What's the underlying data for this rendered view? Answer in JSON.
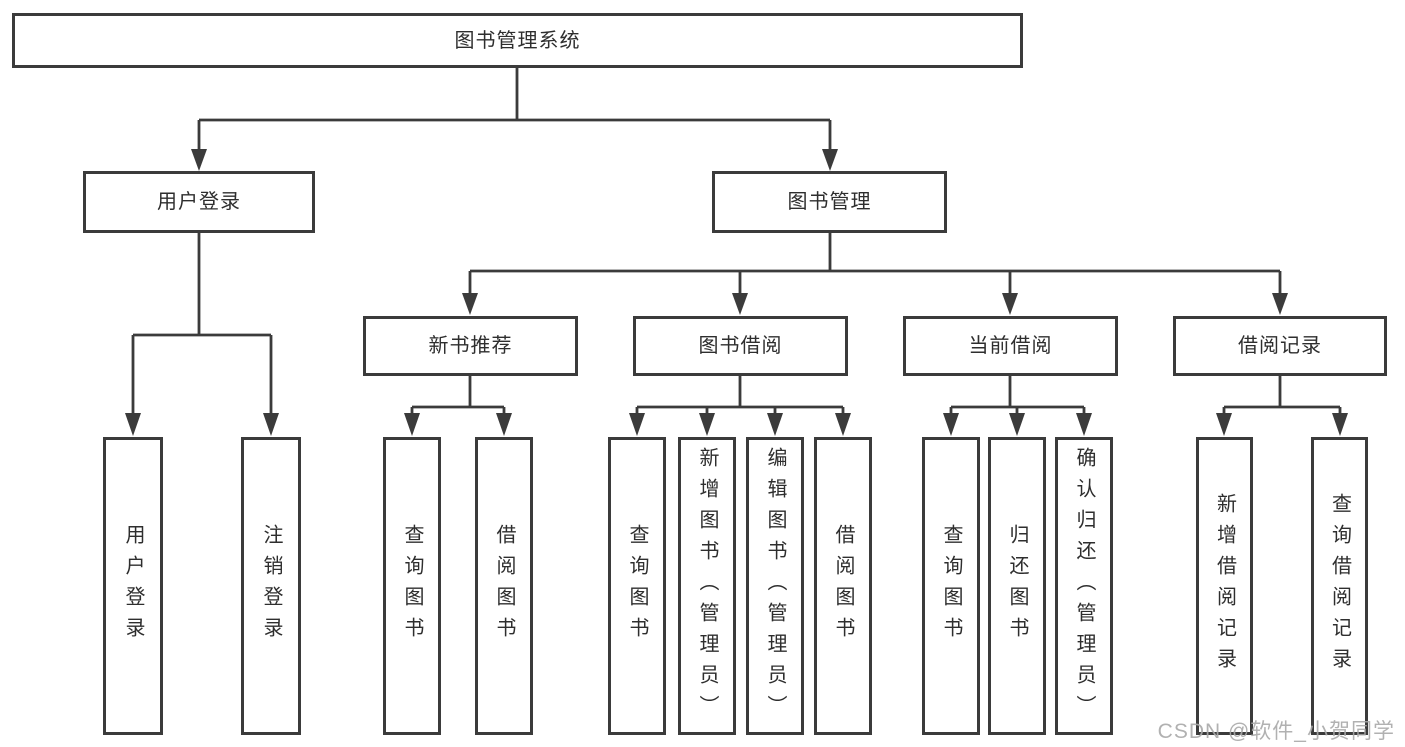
{
  "diagram": {
    "type": "hierarchy-tree",
    "root": {
      "label": "图书管理系统",
      "children": [
        {
          "label": "用户登录",
          "children": [
            {
              "label": "用户登录"
            },
            {
              "label": "注销登录"
            }
          ]
        },
        {
          "label": "图书管理",
          "children": [
            {
              "label": "新书推荐",
              "children": [
                {
                  "label": "查询图书"
                },
                {
                  "label": "借阅图书"
                }
              ]
            },
            {
              "label": "图书借阅",
              "children": [
                {
                  "label": "查询图书"
                },
                {
                  "label": "新增图书（管理员）"
                },
                {
                  "label": "编辑图书（管理员）"
                },
                {
                  "label": "借阅图书"
                }
              ]
            },
            {
              "label": "当前借阅",
              "children": [
                {
                  "label": "查询图书"
                },
                {
                  "label": "归还图书"
                },
                {
                  "label": "确认归还（管理员）"
                }
              ]
            },
            {
              "label": "借阅记录",
              "children": [
                {
                  "label": "新增借阅记录"
                },
                {
                  "label": "查询借阅记录"
                }
              ]
            }
          ]
        }
      ]
    }
  },
  "watermark": {
    "text": "CSDN @软件_小贺同学"
  },
  "colors": {
    "line": "#3b3b3b",
    "text": "#2e2e2e",
    "background": "#ffffff",
    "watermark": "#a9a9a9"
  }
}
